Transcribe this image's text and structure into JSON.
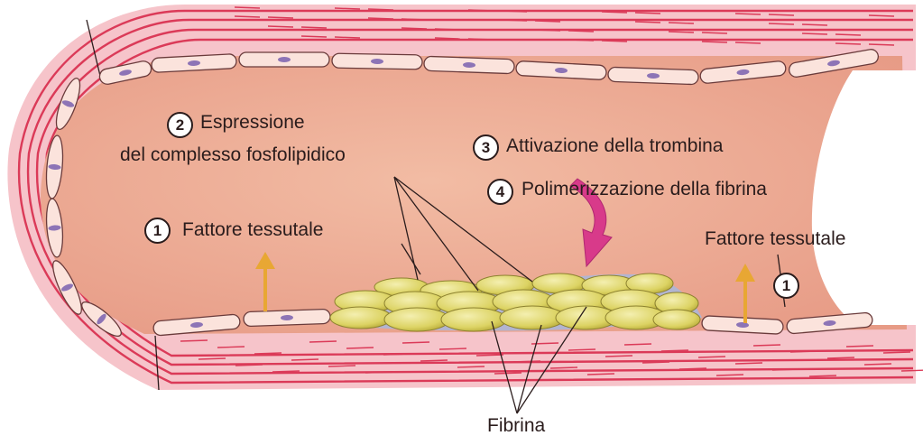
{
  "labels": {
    "fattore_left": "Fattore tessutale",
    "espressione_line1": "Espressione",
    "espressione_line2": "del complesso fosfolipidico",
    "attivazione": "Attivazione della trombina",
    "polimerizzazione": "Polimerizzazione della fibrina",
    "fattore_right": "Fattore tessutale",
    "fibrina": "Fibrina"
  },
  "step_numbers": {
    "fattore_left": "1",
    "espressione": "2",
    "attivazione": "3",
    "polimerizzazione": "4",
    "fattore_right": "1"
  },
  "colors": {
    "wall_outer": "#f6c4ca",
    "wall_stripes": "#db3a58",
    "lumen": "#eeae95",
    "endothelium": "#fbe3dc",
    "nucleus": "#8d74b6",
    "clot": "#ded768",
    "fibrin": "#a8b7dc",
    "arrow_magenta": "#d83a8a",
    "arrow_orange": "#e8a733",
    "text": "#2a1c1c"
  }
}
